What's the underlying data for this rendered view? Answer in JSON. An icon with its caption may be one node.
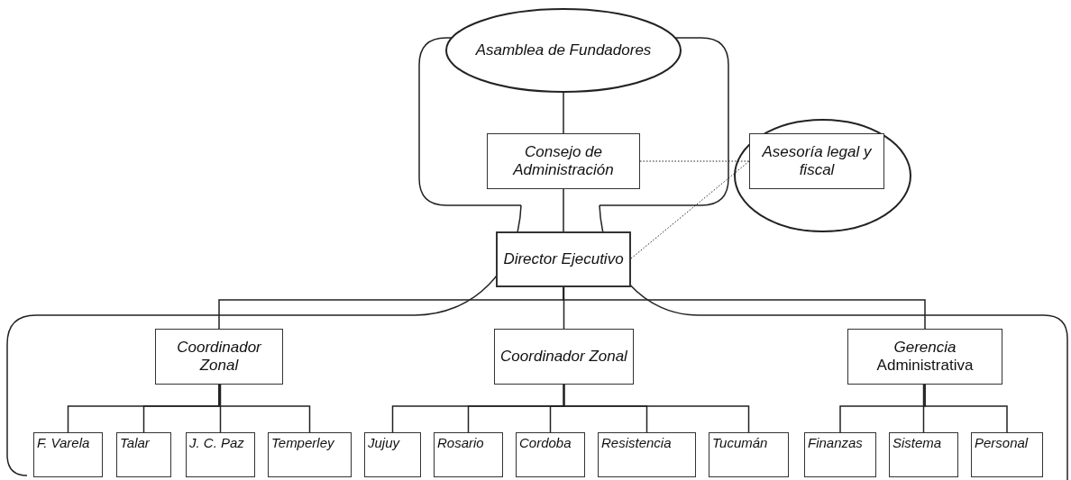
{
  "diagram": {
    "nodes": [
      {
        "text": [
          "Asamblea de Fundadores"
        ]
      },
      {
        "text": [
          "Consejo de Administración"
        ]
      },
      {
        "text": [],
        "shape": "circle"
      },
      {
        "text": [
          "Asesoría legal y fiscal"
        ],
        "in": 2
      },
      {
        "text": [
          "Director Ejecutivo"
        ]
      },
      {
        "text": [
          "Coordinador Zonal"
        ]
      },
      {
        "text": [
          "Coordinador Zonal"
        ]
      },
      {
        "text": [
          "*Gerencia* Administrativa"
        ]
      },
      {
        "text": [
          "F. Varela"
        ]
      },
      {
        "text": [
          "Talar"
        ]
      },
      {
        "text": [
          "J. C. Paz"
        ]
      },
      {
        "text": [
          "Temperley"
        ]
      },
      {
        "text": [
          "Jujuy"
        ]
      },
      {
        "text": [
          "Rosario"
        ]
      },
      {
        "text": [
          "Cordoba"
        ]
      },
      {
        "text": [
          "Resistencia"
        ]
      },
      {
        "text": [
          "Tucumán"
        ]
      },
      {
        "text": [
          "Finanzas"
        ]
      },
      {
        "text": [
          "Sistema"
        ]
      },
      {
        "text": [
          "Personal"
        ]
      }
    ],
    "edges": [
      {
        "from": 0,
        "to": 1,
        "arrow": "none"
      },
      {
        "from": 1,
        "to": 4,
        "arrow": "none"
      },
      {
        "from": 1,
        "to": 3,
        "arrow": "none",
        "style": "dashed"
      },
      {
        "from": 4,
        "to": 3,
        "arrow": "none",
        "style": "dashed"
      },
      {
        "from": 4,
        "to": 5,
        "arrow": "none"
      },
      {
        "from": 4,
        "to": 6,
        "arrow": "none"
      },
      {
        "from": 4,
        "to": 7,
        "arrow": "none"
      },
      {
        "from": 5,
        "to": 8,
        "arrow": "none"
      },
      {
        "from": 5,
        "to": 9,
        "arrow": "none"
      },
      {
        "from": 5,
        "to": 10,
        "arrow": "none"
      },
      {
        "from": 5,
        "to": 11,
        "arrow": "none"
      },
      {
        "from": 6,
        "to": 12,
        "arrow": "none"
      },
      {
        "from": 6,
        "to": 13,
        "arrow": "none"
      },
      {
        "from": 6,
        "to": 14,
        "arrow": "none"
      },
      {
        "from": 6,
        "to": 15,
        "arrow": "none"
      },
      {
        "from": 6,
        "to": 16,
        "arrow": "none"
      },
      {
        "from": 7,
        "to": 17,
        "arrow": "none"
      },
      {
        "from": 7,
        "to": 18,
        "arrow": "none"
      },
      {
        "from": 7,
        "to": 19,
        "arrow": "none"
      }
    ]
  }
}
